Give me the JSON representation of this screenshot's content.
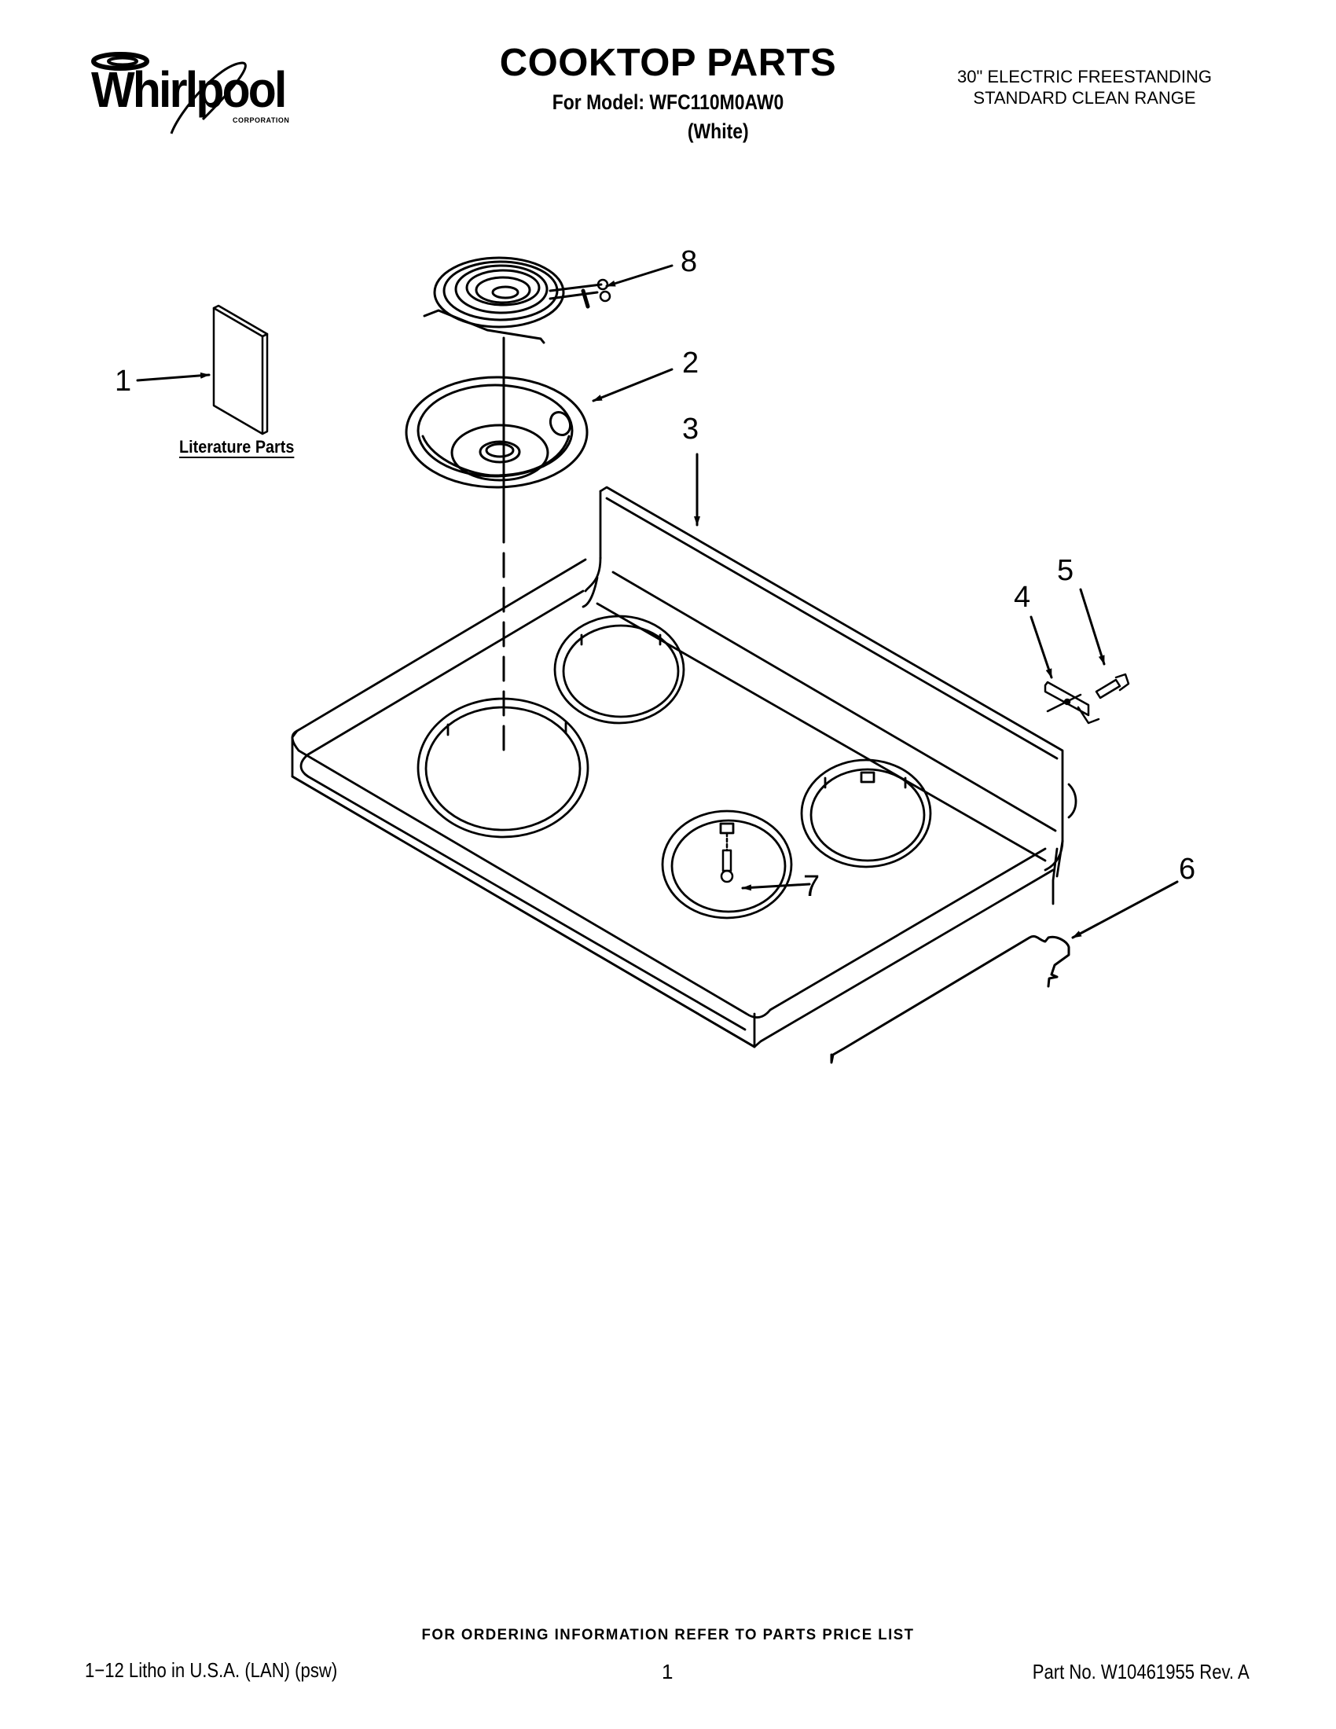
{
  "header": {
    "brand": {
      "name": "Whirlpool",
      "sub": "CORPORATION"
    },
    "title": "COOKTOP PARTS",
    "model_line": "For Model: WFC110M0AW0",
    "color_line": "(White)",
    "product_line_1": "30\" ELECTRIC FREESTANDING",
    "product_line_2": "STANDARD CLEAN RANGE"
  },
  "diagram": {
    "callouts": [
      {
        "id": "1",
        "label": "1",
        "part": "literature-parts"
      },
      {
        "id": "2",
        "label": "2",
        "part": "drip-bowl"
      },
      {
        "id": "3",
        "label": "3",
        "part": "cooktop"
      },
      {
        "id": "4",
        "label": "4",
        "part": "clip"
      },
      {
        "id": "5",
        "label": "5",
        "part": "screw"
      },
      {
        "id": "6",
        "label": "6",
        "part": "prop-rod"
      },
      {
        "id": "7",
        "label": "7",
        "part": "screw"
      },
      {
        "id": "8",
        "label": "8",
        "part": "surface-element"
      }
    ],
    "literature_label": "Literature Parts"
  },
  "footer": {
    "order_note": "FOR ORDERING INFORMATION REFER TO PARTS PRICE LIST",
    "print_info": "1−12 Litho in U.S.A. (LAN) (psw)",
    "page_number": "1",
    "part_number": "Part No. W10461955 Rev. A"
  }
}
